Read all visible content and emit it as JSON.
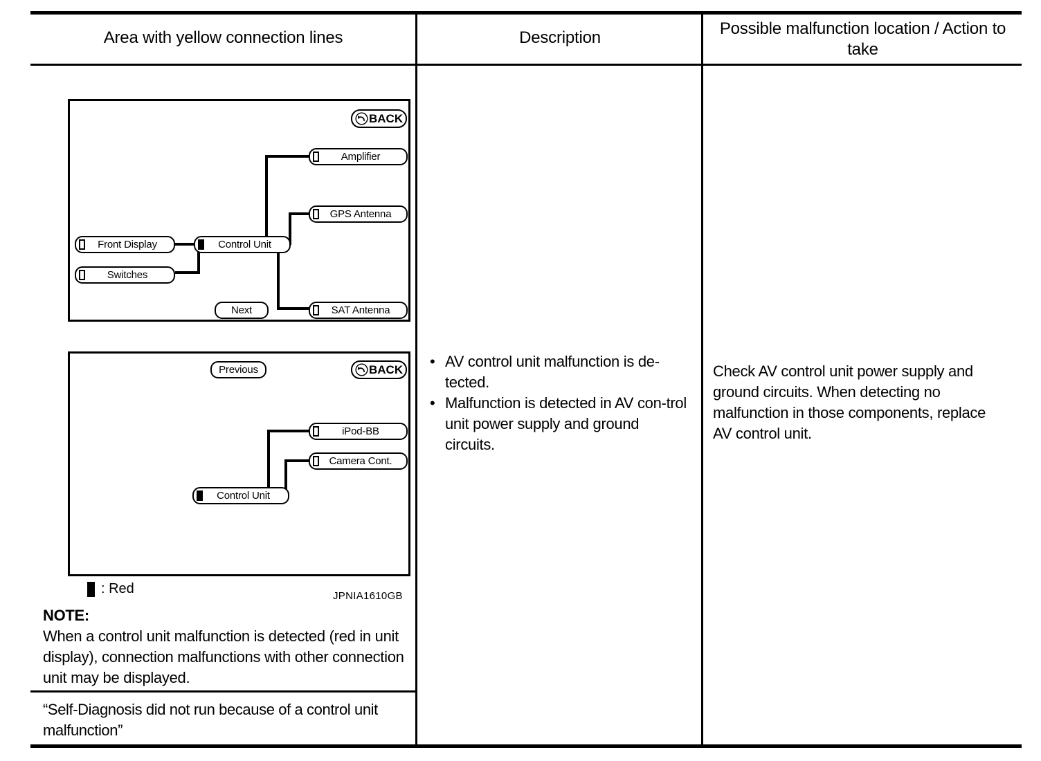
{
  "table": {
    "headers": [
      "Area with yellow connection lines",
      "Description",
      "Possible malfunction location / Action to take"
    ]
  },
  "diagram_1": {
    "name": "av-connection-diagram-page-1",
    "back_button": {
      "label": "BACK",
      "icon": "back-arrow-icon"
    },
    "next_button": {
      "label": "Next"
    },
    "nodes": [
      {
        "id": "amplifier",
        "label": "Amplifier",
        "marker": "normal"
      },
      {
        "id": "gps-antenna",
        "label": "GPS Antenna",
        "marker": "normal"
      },
      {
        "id": "front-display",
        "label": "Front Display",
        "marker": "normal"
      },
      {
        "id": "control-unit",
        "label": "Control Unit",
        "marker": "red"
      },
      {
        "id": "switches",
        "label": "Switches",
        "marker": "normal"
      },
      {
        "id": "sat-antenna",
        "label": "SAT Antenna",
        "marker": "normal"
      }
    ]
  },
  "diagram_2": {
    "name": "av-connection-diagram-page-2",
    "back_button": {
      "label": "BACK",
      "icon": "back-arrow-icon"
    },
    "previous_button": {
      "label": "Previous"
    },
    "nodes": [
      {
        "id": "ipod-bb",
        "label": "iPod-BB",
        "marker": "normal"
      },
      {
        "id": "camera-cont",
        "label": "Camera Cont.",
        "marker": "normal"
      },
      {
        "id": "control-unit",
        "label": "Control Unit",
        "marker": "red"
      }
    ]
  },
  "legend": {
    "swatch_color": "#000000",
    "text": ": Red"
  },
  "figure_id": "JPNIA1610GB",
  "note": {
    "title": "NOTE:",
    "body": "When a control unit malfunction is detected (red in unit display), connection malfunctions with other connection unit may be displayed."
  },
  "quote_row": "“Self-Diagnosis did not run because of a control unit malfunction”",
  "description": {
    "bullet_glyph": "•",
    "items": [
      "AV control unit malfunction is de-tected.",
      "Malfunction is detected in AV con-trol unit power supply and ground circuits."
    ]
  },
  "action": {
    "text": "Check AV control unit power supply and ground circuits. When detecting no malfunction in those components, replace AV control unit."
  }
}
